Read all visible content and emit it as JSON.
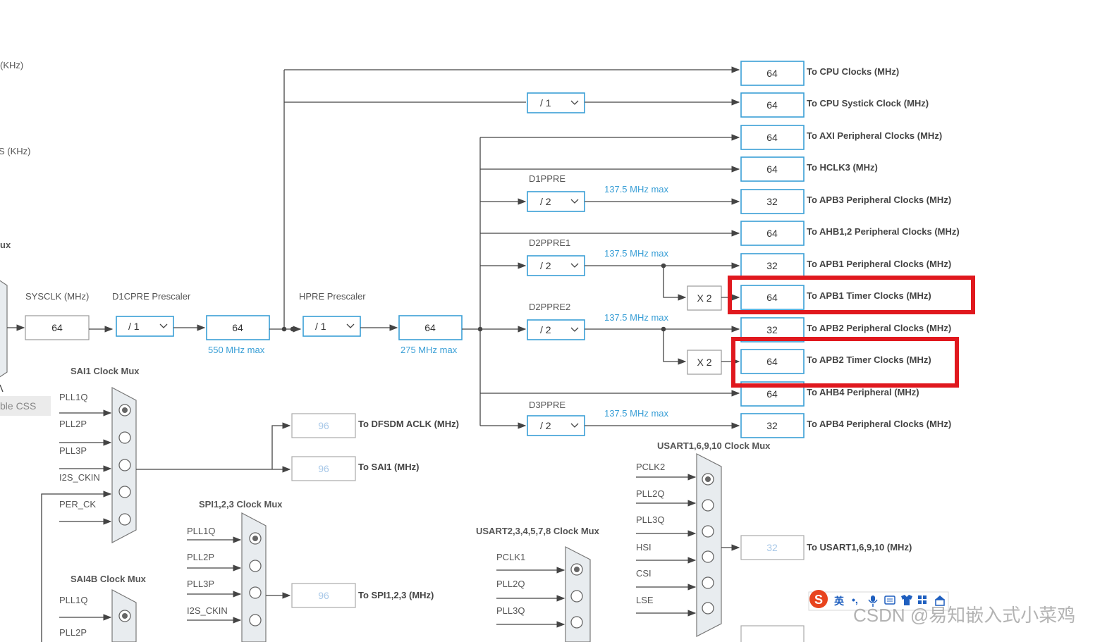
{
  "left_cut": {
    "khz1": "(KHz)",
    "khz2": "S (KHz)",
    "ux": "ux",
    "css": "ble CSS"
  },
  "sysclk": {
    "label": "SYSCLK (MHz)",
    "value": "64"
  },
  "d1cpre": {
    "label": "D1CPRE Prescaler",
    "value": "/ 1",
    "out": "64",
    "max": "550 MHz max"
  },
  "hpre": {
    "label": "HPRE Prescaler",
    "value": "/ 1",
    "out": "64",
    "max": "275 MHz max"
  },
  "systick_div": "/ 1",
  "prescalers": [
    {
      "name": "D1PPRE",
      "value": "/ 2",
      "max": "137.5 MHz max"
    },
    {
      "name": "D2PPRE1",
      "value": "/ 2",
      "max": "137.5 MHz max"
    },
    {
      "name": "D2PPRE2",
      "value": "/ 2",
      "max": "137.5 MHz max"
    },
    {
      "name": "D3PPRE",
      "value": "/ 2",
      "max": "137.5 MHz max"
    }
  ],
  "multipliers": [
    "X 2",
    "X 2"
  ],
  "outputs": [
    {
      "value": "64",
      "label": "To CPU Clocks (MHz)"
    },
    {
      "value": "64",
      "label": "To CPU Systick Clock (MHz)"
    },
    {
      "value": "64",
      "label": "To AXI Peripheral Clocks (MHz)"
    },
    {
      "value": "64",
      "label": "To HCLK3 (MHz)"
    },
    {
      "value": "32",
      "label": "To APB3 Peripheral Clocks (MHz)"
    },
    {
      "value": "64",
      "label": "To AHB1,2 Peripheral Clocks (MHz)"
    },
    {
      "value": "32",
      "label": "To APB1 Peripheral Clocks (MHz)"
    },
    {
      "value": "64",
      "label": "To APB1 Timer Clocks (MHz)"
    },
    {
      "value": "32",
      "label": "To APB2 Peripheral Clocks (MHz)"
    },
    {
      "value": "64",
      "label": "To APB2 Timer Clocks (MHz)"
    },
    {
      "value": "64",
      "label": "To AHB4 Peripheral (MHz)"
    },
    {
      "value": "32",
      "label": "To APB4 Peripheral Clocks (MHz)"
    }
  ],
  "sai1_mux": {
    "title": "SAI1 Clock Mux",
    "inputs": [
      "PLL1Q",
      "PLL2P",
      "PLL3P",
      "I2S_CKIN",
      "PER_CK"
    ]
  },
  "sai_outputs": [
    {
      "value": "96",
      "label": "To DFSDM ACLK (MHz)"
    },
    {
      "value": "96",
      "label": "To SAI1 (MHz)"
    }
  ],
  "spi_mux": {
    "title": "SPI1,2,3 Clock Mux",
    "inputs": [
      "PLL1Q",
      "PLL2P",
      "PLL3P",
      "I2S_CKIN"
    ]
  },
  "spi_output": {
    "value": "96",
    "label": "To SPI1,2,3 (MHz)"
  },
  "sai4b_mux": {
    "title": "SAI4B Clock Mux",
    "inputs": [
      "PLL1Q",
      "PLL2P"
    ]
  },
  "usart2_mux": {
    "title": "USART2,3,4,5,7,8 Clock Mux",
    "inputs": [
      "PCLK1",
      "PLL2Q",
      "PLL3Q"
    ]
  },
  "usart1_mux": {
    "title": "USART1,6,9,10 Clock Mux",
    "inputs": [
      "PCLK2",
      "PLL2Q",
      "PLL3Q",
      "HSI",
      "CSI",
      "LSE"
    ]
  },
  "usart1_output": {
    "value": "32",
    "label": "To USART1,6,9,10 (MHz)"
  },
  "ime": {
    "s": "S",
    "lang": "英",
    "punct": "•,",
    "icons": [
      "mic-icon",
      "keyboard-icon",
      "shirt-icon",
      "grid-icon",
      "toolbox-icon"
    ]
  },
  "watermark": "CSDN @易知嵌入式小菜鸡"
}
